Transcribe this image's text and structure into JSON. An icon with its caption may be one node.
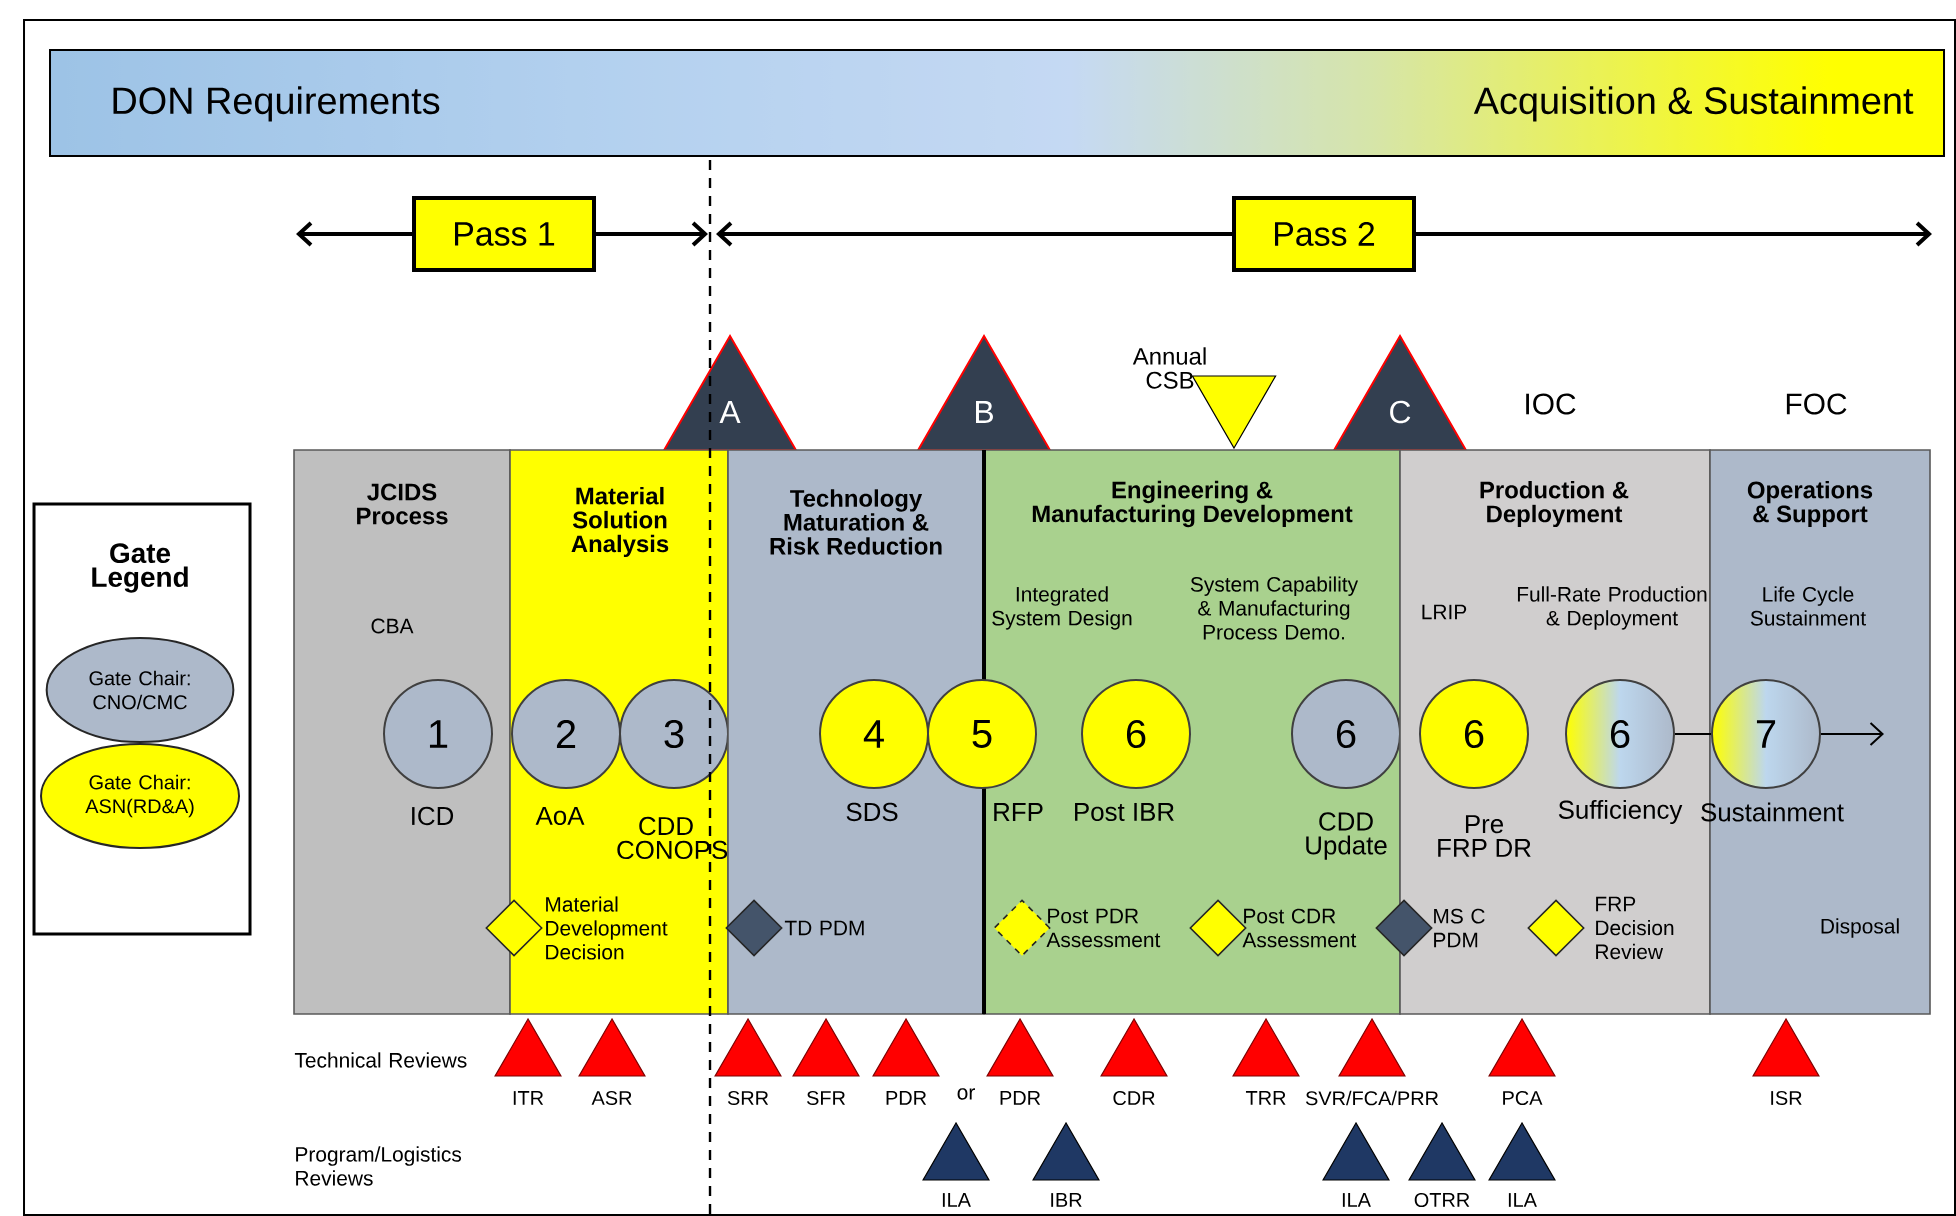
{
  "diagram": {
    "nodes": [
      {
        "text": [
          "DON Requirements",
          "Acquisition & Sustainment"
        ]
      },
      {
        "text": [
          "Pass 1"
        ]
      },
      {
        "text": [
          "Pass 2"
        ]
      },
      {
        "text": [
          "A"
        ]
      },
      {
        "text": [
          "B"
        ]
      },
      {
        "text": [],
        "shape": "triangle",
        "beside": [
          "Annual CSB"
        ]
      },
      {
        "text": [
          "C"
        ]
      },
      {
        "text": [
          "Gate Legend"
        ]
      },
      {
        "text": [
          "Gate Chair: CNO/CMC"
        ],
        "in": 7
      },
      {
        "text": [
          "Gate Chair: ASN(RD&A)"
        ],
        "in": 7
      },
      {
        "text": [
          "JCIDS Process",
          "CBA"
        ]
      },
      {
        "text": [
          "Material Solution Analysis"
        ]
      },
      {
        "text": [
          "Technology Maturation & Risk Reduction"
        ]
      },
      {
        "text": [
          "Engineering & Manufacturing Development",
          "Integrated System Design",
          "System Capability & Manufacturing Process Demo."
        ]
      },
      {
        "text": [
          "Production & Deployment",
          "LRIP",
          "Full-Rate Production & Deployment"
        ]
      },
      {
        "text": [
          "Operations & Support",
          "Life Cycle Sustainment",
          "Disposal"
        ]
      },
      {
        "text": [
          "1"
        ],
        "in": 10,
        "beside": [
          "ICD"
        ]
      },
      {
        "text": [
          "2"
        ],
        "in": 11,
        "beside": [
          "AoA"
        ]
      },
      {
        "text": [
          "3"
        ],
        "in": 11,
        "beside": [
          "CDD CONOPS"
        ]
      },
      {
        "text": [
          "4"
        ],
        "in": 12,
        "beside": [
          "SDS"
        ]
      },
      {
        "text": [
          "5"
        ],
        "beside": [
          "RFP"
        ]
      },
      {
        "text": [
          "6"
        ],
        "in": 13,
        "beside": [
          "Post IBR"
        ]
      },
      {
        "text": [
          "6"
        ],
        "in": 13,
        "beside": [
          "CDD Update"
        ]
      },
      {
        "text": [
          "6"
        ],
        "in": 14,
        "beside": [
          "Pre FRP DR"
        ]
      },
      {
        "text": [
          "6"
        ],
        "in": 14,
        "beside": [
          "Sufficiency"
        ]
      },
      {
        "text": [
          "7"
        ],
        "in": 15,
        "beside": [
          "Sustainment"
        ]
      },
      {
        "text": [],
        "shape": "diamond",
        "beside": [
          "Material Development Decision"
        ]
      },
      {
        "text": [],
        "shape": "diamond",
        "in": 12,
        "beside": [
          "TD PDM"
        ]
      },
      {
        "text": [],
        "shape": "diamond",
        "in": 13,
        "beside": [
          "Post PDR Assessment"
        ]
      },
      {
        "text": [],
        "shape": "diamond",
        "in": 13,
        "beside": [
          "Post CDR Assessment"
        ]
      },
      {
        "text": [],
        "shape": "diamond",
        "beside": [
          "MS C PDM"
        ]
      },
      {
        "text": [],
        "shape": "diamond",
        "in": 14,
        "beside": [
          "FRP Decision Review"
        ]
      },
      {
        "text": [],
        "shape": "triangle",
        "beside": [
          "ITR"
        ]
      },
      {
        "text": [],
        "shape": "triangle",
        "beside": [
          "ASR"
        ]
      },
      {
        "text": [],
        "shape": "triangle",
        "beside": [
          "SRR"
        ]
      },
      {
        "text": [],
        "shape": "triangle",
        "beside": [
          "SFR"
        ]
      },
      {
        "text": [],
        "shape": "triangle",
        "beside": [
          "PDR"
        ]
      },
      {
        "text": [],
        "shape": "triangle",
        "beside": [
          "PDR"
        ]
      },
      {
        "text": [],
        "shape": "triangle",
        "beside": [
          "CDR"
        ]
      },
      {
        "text": [],
        "shape": "triangle",
        "beside": [
          "TRR"
        ]
      },
      {
        "text": [],
        "shape": "triangle",
        "beside": [
          "SVR/FCA/PRR"
        ]
      },
      {
        "text": [],
        "shape": "triangle",
        "beside": [
          "PCA"
        ]
      },
      {
        "text": [],
        "shape": "triangle",
        "beside": [
          "ISR"
        ]
      },
      {
        "text": [],
        "shape": "triangle",
        "beside": [
          "ILA"
        ]
      },
      {
        "text": [],
        "shape": "triangle",
        "beside": [
          "IBR"
        ]
      },
      {
        "text": [],
        "shape": "triangle",
        "beside": [
          "ILA"
        ]
      },
      {
        "text": [],
        "shape": "triangle",
        "beside": [
          "OTRR"
        ]
      },
      {
        "text": [],
        "shape": "triangle",
        "beside": [
          "ILA"
        ]
      }
    ],
    "edges": [
      {
        "from": 1,
        "to": null,
        "arrow": "to"
      },
      {
        "from": 1,
        "to": null,
        "arrow": "to"
      },
      {
        "from": 2,
        "to": null,
        "arrow": "to"
      },
      {
        "from": 2,
        "to": null,
        "arrow": "to"
      },
      {
        "from": 24,
        "to": 25,
        "arrow": "none"
      },
      {
        "from": 25,
        "to": null,
        "arrow": "to"
      }
    ],
    "labels": [
      "IOC",
      "FOC",
      "Technical Reviews",
      "or",
      "Program/Logistics Reviews"
    ]
  }
}
